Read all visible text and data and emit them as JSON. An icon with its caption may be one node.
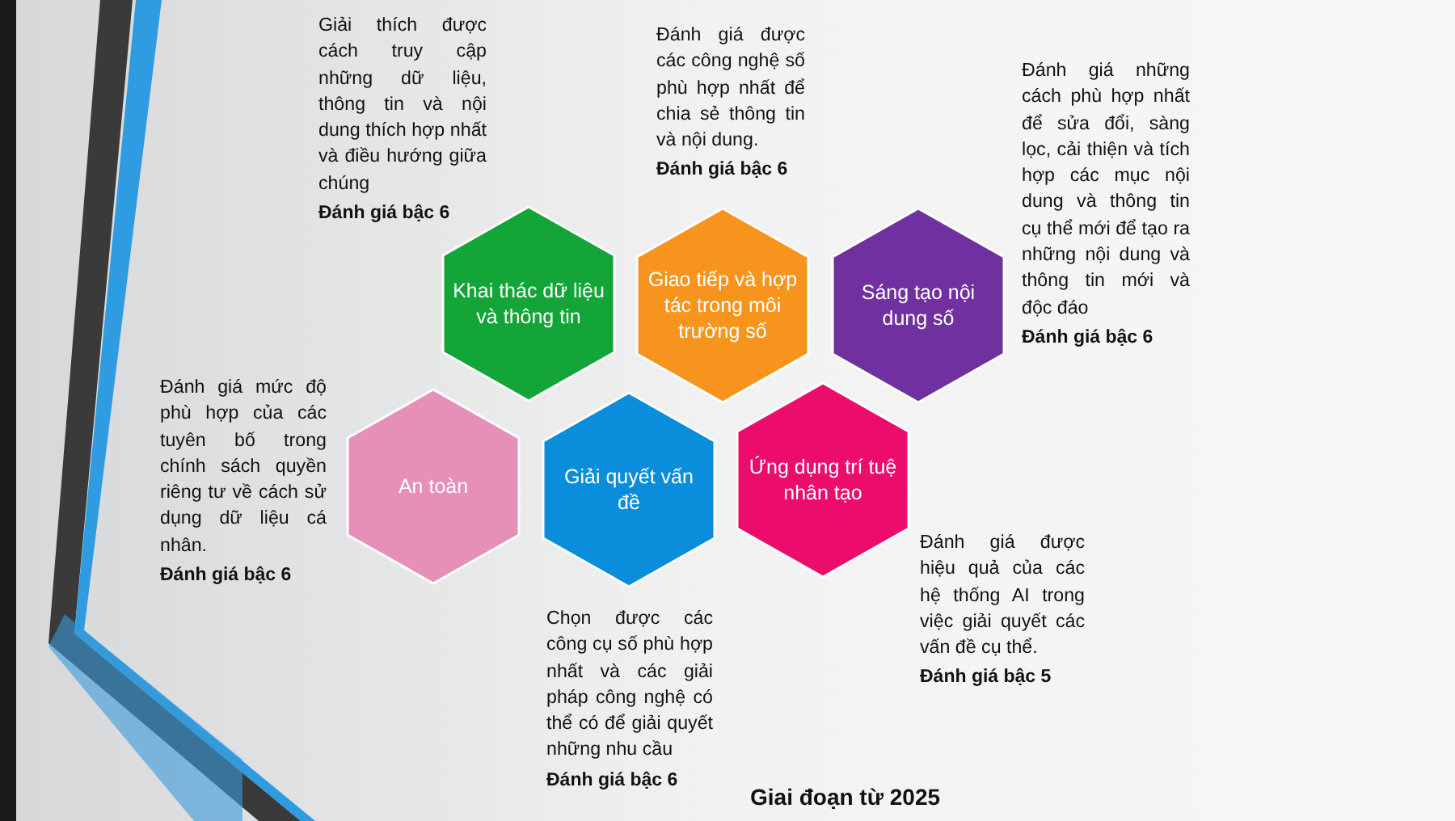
{
  "diagram": {
    "nodes": [
      {
        "text": [
          "Khai thác dữ liệu và thông tin"
        ],
        "beside": [
          "Giải thích được cách truy cập những dữ liệu, thông tin và nội dung thích hợp nhất và điều hướng giữa chúng",
          "Đánh giá bậc 6"
        ]
      },
      {
        "text": [
          "Giao tiếp và hợp tác trong môi trường số"
        ],
        "beside": [
          "Đánh giá được các công nghệ số phù hợp nhất để chia sẻ thông tin và nội dung.",
          "Đánh giá bậc 6"
        ]
      },
      {
        "text": [
          "Sáng tạo nội dung số"
        ],
        "beside": [
          "Đánh giá những cách phù hợp nhất để sửa đổi, sàng lọc, cải thiện và tích hợp các mục nội dung và thông tin cụ thể mới để tạo ra những nội dung và thông tin mới và độc đáo",
          "Đánh giá bậc 6"
        ]
      },
      {
        "text": [
          "An toàn"
        ],
        "beside": [
          "Đánh giá mức độ phù hợp của các tuyên bố trong chính sách quyền riêng tư về cách sử dụng dữ liệu cá nhân.",
          "Đánh giá bậc 6"
        ]
      },
      {
        "text": [
          "Giải quyết vấn đề"
        ],
        "beside": [
          "Chọn được các công cụ số phù hợp nhất và các giải pháp công nghệ có thể có để giải quyết những nhu cầu",
          "Đánh giá bậc 6"
        ]
      },
      {
        "text": [
          "Ứng dụng trí tuệ nhân tạo"
        ],
        "beside": [
          "Đánh giá được hiệu quả của các hệ thống AI trong việc giải quyết các vấn đề cụ thể.",
          "Đánh giá bậc 5"
        ]
      }
    ],
    "labels": [
      "Giai đoạn từ 2025"
    ]
  }
}
